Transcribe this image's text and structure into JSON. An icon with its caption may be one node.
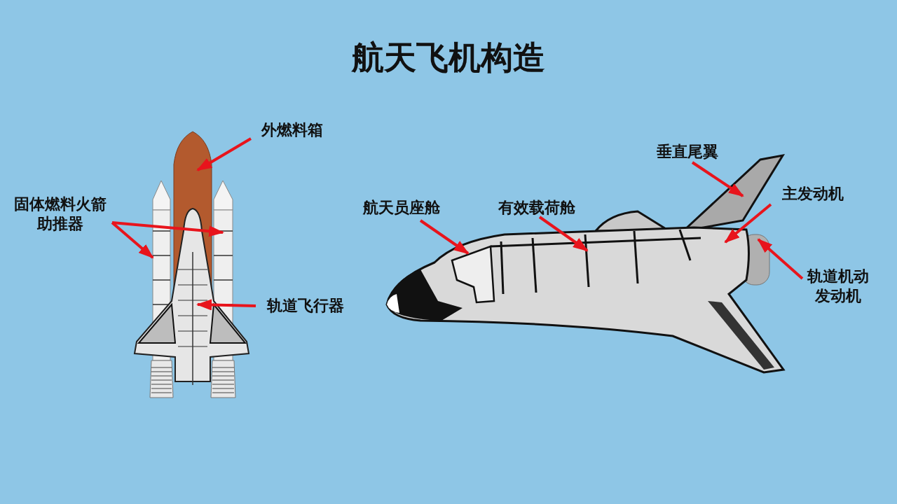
{
  "diagram": {
    "title": "航天飞机构造",
    "nodes": [
      {
        "text": [
          "外燃料箱"
        ]
      },
      {
        "text": [
          "固体燃料火箭助推器"
        ]
      },
      {
        "text": [
          "轨道飞行器"
        ]
      },
      {
        "text": [
          "航天员座舱"
        ]
      },
      {
        "text": [
          "有效载荷舱"
        ]
      },
      {
        "text": [
          "垂直尾翼"
        ]
      },
      {
        "text": [
          "主发动机"
        ]
      },
      {
        "text": [
          "轨道机动发动机"
        ]
      }
    ],
    "edges": [
      {
        "from": 0,
        "to": null,
        "arrow": "to"
      },
      {
        "from": 1,
        "to": null,
        "arrow": "to"
      },
      {
        "from": 1,
        "to": null,
        "arrow": "to"
      },
      {
        "from": 2,
        "to": null,
        "arrow": "to"
      },
      {
        "from": 3,
        "to": null,
        "arrow": "to"
      },
      {
        "from": 4,
        "to": null,
        "arrow": "to"
      },
      {
        "from": 5,
        "to": null,
        "arrow": "to"
      },
      {
        "from": 6,
        "to": null,
        "arrow": "to"
      },
      {
        "from": 7,
        "to": null,
        "arrow": "to"
      }
    ]
  }
}
